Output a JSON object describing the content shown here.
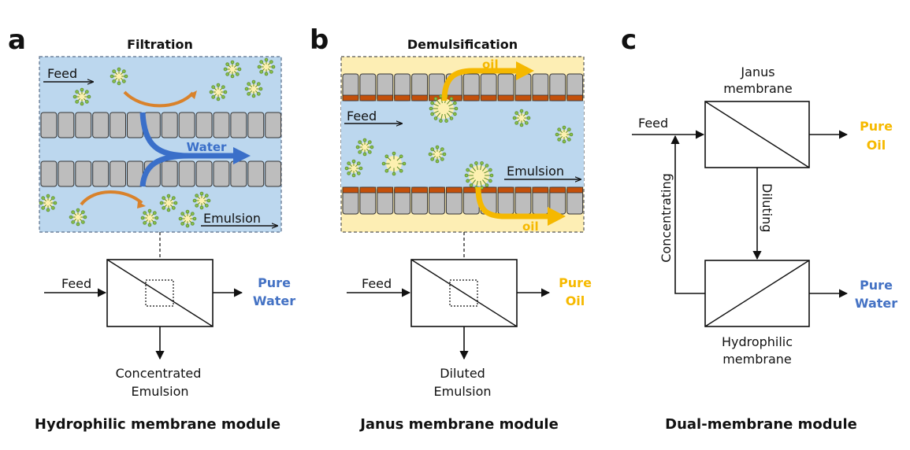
{
  "panels": {
    "a": {
      "letter": "a",
      "title": "Filtration",
      "feed_label": "Feed",
      "permeate_label": "Water",
      "retentate_label": "Emulsion",
      "module_feed": "Feed",
      "output_line1": "Pure",
      "output_line2": "Water",
      "bottom_line1": "Concentrated",
      "bottom_line2": "Emulsion",
      "caption": "Hydrophilic membrane module"
    },
    "b": {
      "letter": "b",
      "title": "Demulsification",
      "feed_label": "Feed",
      "oil_top": "oil",
      "oil_bottom": "oil",
      "emulsion_label": "Emulsion",
      "module_feed": "Feed",
      "output_line1": "Pure",
      "output_line2": "Oil",
      "bottom_line1": "Diluted",
      "bottom_line2": "Emulsion",
      "caption": "Janus membrane module"
    },
    "c": {
      "letter": "c",
      "top_label1": "Janus",
      "top_label2": "membrane",
      "feed_label": "Feed",
      "output1_line1": "Pure",
      "output1_line2": "Oil",
      "diluting_label": "Diluting",
      "concentrating_label": "Concentrating",
      "output2_line1": "Pure",
      "output2_line2": "Water",
      "bottom_label1": "Hydrophilic",
      "bottom_label2": "membrane",
      "caption": "Dual-membrane module"
    }
  },
  "colors": {
    "water_bg": "#bcd7ee",
    "oil_bg": "#fdeeb4",
    "membrane": "#bdbdbd",
    "janus_layer": "#c4500a",
    "water_arrow": "#3a6fc9",
    "oil_arrow": "#f5b800",
    "water_text": "#4472c4",
    "oil_text": "#f6b900",
    "droplet_fill": "#fdf0b0",
    "surfactant": "#5a8a2a",
    "curve_arrow": "#d9822b"
  }
}
